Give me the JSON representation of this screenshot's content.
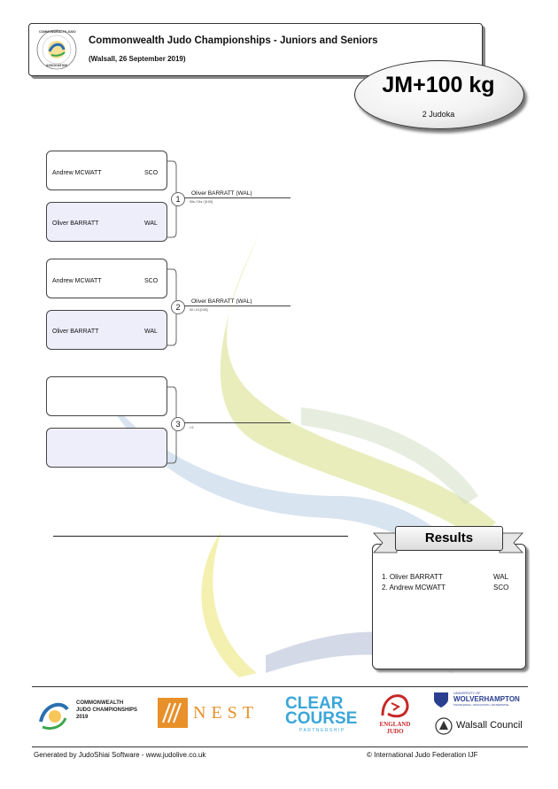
{
  "header": {
    "title": "Commonwealth Judo Championships - Juniors and Seniors",
    "subtitle": "(Walsall, 26 September 2019)",
    "logo_text_top": "COMMONWEALTH JUDO",
    "logo_text_bottom": "ASSOCIATION",
    "weight_class": "JM+100 kg",
    "judoka_count": "2 Judoka"
  },
  "matches": [
    {
      "number": "1",
      "white": {
        "name": "Andrew MCWATT",
        "nat": "SCO"
      },
      "blue": {
        "name": "Oliver BARRATT",
        "nat": "WAL"
      },
      "winner": "Oliver BARRATT   (WAL)",
      "score": "00s / 01s / [0:00]"
    },
    {
      "number": "2",
      "white": {
        "name": "Andrew MCWATT",
        "nat": "SCO"
      },
      "blue": {
        "name": "Oliver BARRATT",
        "nat": "WAL"
      },
      "winner": "Oliver BARRATT   (WAL)",
      "score": "00 / 10 [0:00]"
    },
    {
      "number": "3",
      "white": {
        "name": "",
        "nat": ""
      },
      "blue": {
        "name": "",
        "nat": ""
      },
      "winner": "",
      "score": "/ 0"
    }
  ],
  "results": {
    "label": "Results",
    "rows": [
      {
        "place": "1. Oliver BARRATT",
        "nat": "WAL"
      },
      {
        "place": "2. Andrew MCWATT",
        "nat": "SCO"
      }
    ]
  },
  "sponsors": {
    "cjc": [
      "COMMONWEALTH",
      "JUDO CHAMPIONSHIPS",
      "2019"
    ],
    "nest": "NEST",
    "clear_course": [
      "CLEAR",
      "COURSE",
      "PARTNERSHIP"
    ],
    "england_judo": [
      "ENGLAND",
      "JUDO"
    ],
    "wolverhampton": [
      "UNIVERSITY OF",
      "WOLVERHAMPTON",
      "KNOWLEDGE • INNOVATION • ENTERPRISE"
    ],
    "walsall": "Walsall Council"
  },
  "footer": {
    "left": "Generated by JudoShiai Software - www.judolive.co.uk",
    "right": "© International Judo Federation IJF"
  },
  "colors": {
    "swoosh_green": "#dfe6a0",
    "swoosh_blue": "#c8d8e8",
    "swoosh_yellow": "#f1ec9c",
    "swoosh_navy": "#b7bfd8",
    "blue_box": "#eeeefb",
    "nest_orange": "#e8902a",
    "clear_blue": "#3aa6d8",
    "england_red": "#c62828",
    "wolves_blue": "#2a3f8f"
  }
}
